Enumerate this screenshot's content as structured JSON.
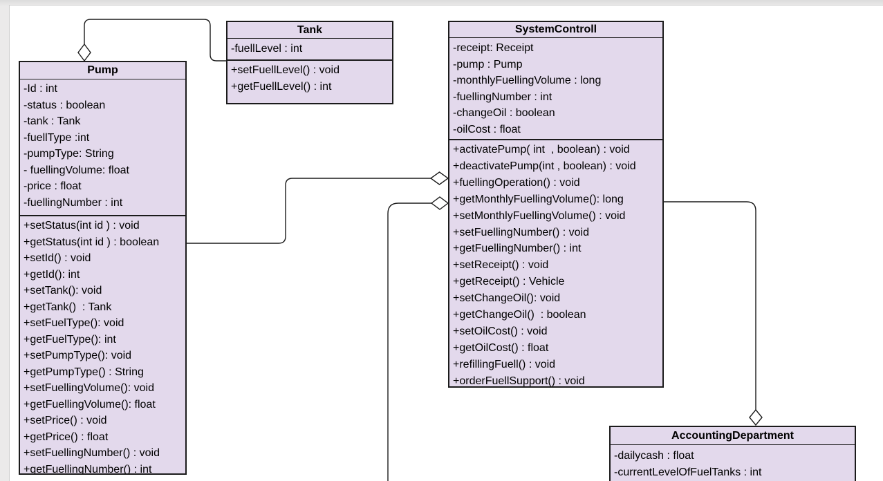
{
  "colors": {
    "box_fill": "#e3d9ec",
    "box_border": "#1b1b1b",
    "canvas_background": "#ffffff",
    "page_margin": "#e9e8e8"
  },
  "classes": {
    "tank": {
      "name": "Tank",
      "attributes": [
        "-fuellLevel : int"
      ],
      "methods": [
        "+setFuellLevel() : void",
        "+getFuellLevel() : int"
      ]
    },
    "pump": {
      "name": "Pump",
      "attributes": [
        "-Id : int",
        "-status : boolean",
        "-tank : Tank",
        "-fuellType :int",
        "-pumpType: String",
        "- fuellingVolume: float",
        "-price : float",
        "-fuellingNumber : int"
      ],
      "methods": [
        "+setStatus(int id ) : void",
        "+getStatus(int id ) : boolean",
        "+setId() : void",
        "+getId(): int",
        "+setTank(): void",
        "+getTank()  : Tank",
        "+setFuelType(): void",
        "+getFuelType(): int",
        "+setPumpType(): void",
        "+getPumpType() : String",
        "+setFuellingVolume(): void",
        "+getFuellingVolume(): float",
        "+setPrice() : void",
        "+getPrice() : float",
        "+setFuellingNumber() : void",
        "+getFuellingNumber() : int"
      ]
    },
    "systemcontroll": {
      "name": "SystemControll",
      "attributes": [
        "-receipt: Receipt",
        "-pump : Pump",
        "-monthlyFuellingVolume : long",
        "-fuellingNumber : int",
        "-changeOil : boolean",
        "-oilCost : float"
      ],
      "methods": [
        "+activatePump( int  , boolean) : void",
        "+deactivatePump(int , boolean) : void",
        "+fuellingOperation() : void",
        "+getMonthlyFuellingVolume(): long",
        "+setMonthlyFuellingVolume() : void",
        "+setFuellingNumber() : void",
        "+getFuellingNumber() : int",
        "+setReceipt() : void",
        "+getReceipt() : Vehicle",
        "+setChangeOil(): void",
        "+getChangeOil()  : boolean",
        "+setOilCost() : void",
        "+getOilCost() : float",
        "+refillingFuell() : void",
        "+orderFuellSupport() : void"
      ]
    },
    "accounting": {
      "name": "AccountingDepartment",
      "attributes": [
        "-dailycash : float",
        "-currentLevelOfFuelTanks : int"
      ],
      "methods": []
    }
  },
  "relationships": [
    {
      "type": "aggregation",
      "whole": "Pump",
      "part": "Tank"
    },
    {
      "type": "aggregation",
      "whole": "SystemControll",
      "part": "Pump"
    },
    {
      "type": "aggregation",
      "whole": "SystemControll",
      "part": "(off-screen class at bottom)"
    },
    {
      "type": "aggregation",
      "whole": "AccountingDepartment",
      "part": "SystemControll"
    }
  ]
}
